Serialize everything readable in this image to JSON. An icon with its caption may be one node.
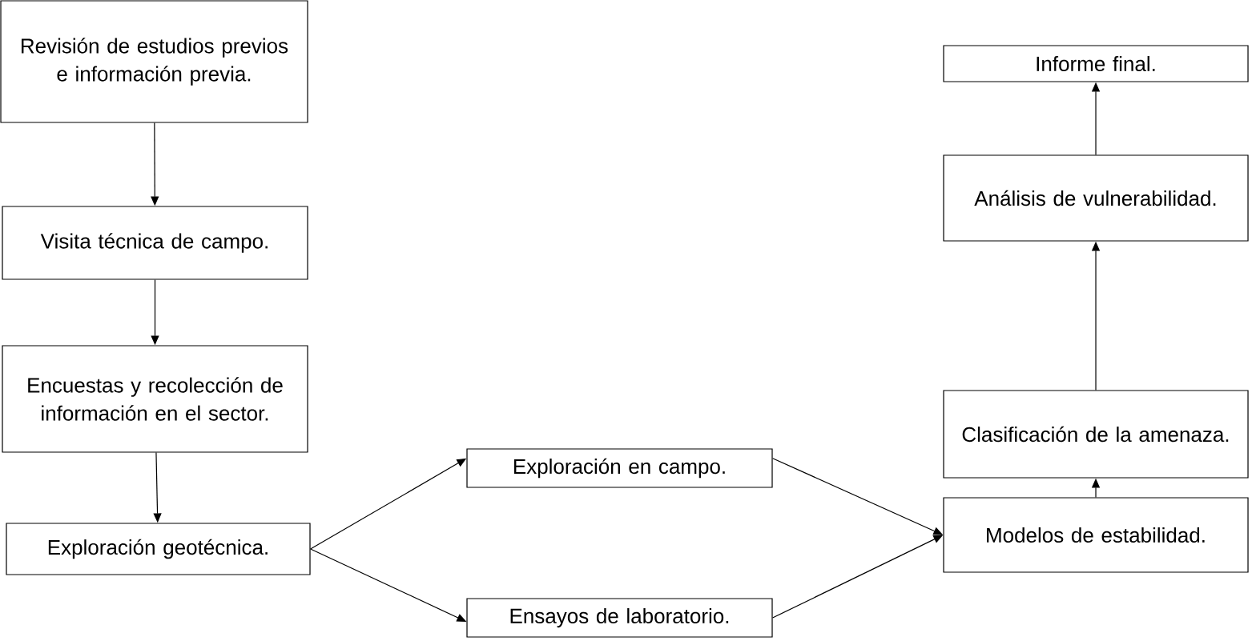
{
  "diagram": {
    "nodes": [
      {
        "text": [
          "Revisión de estudios previos e información previa."
        ]
      },
      {
        "text": [
          "Visita técnica de campo."
        ]
      },
      {
        "text": [
          "Encuestas y recolección de información en el sector."
        ]
      },
      {
        "text": [
          "Exploración geotécnica."
        ]
      },
      {
        "text": [
          "Exploración en campo."
        ]
      },
      {
        "text": [
          "Ensayos de laboratorio."
        ]
      },
      {
        "text": [
          "Modelos de estabilidad."
        ]
      },
      {
        "text": [
          "Clasificación de la amenaza."
        ]
      },
      {
        "text": [
          "Análisis de vulnerabilidad."
        ]
      },
      {
        "text": [
          "Informe final."
        ]
      }
    ],
    "edges": [
      {
        "from": 0,
        "to": 1,
        "arrow": "to"
      },
      {
        "from": 1,
        "to": 2,
        "arrow": "to"
      },
      {
        "from": 2,
        "to": 3,
        "arrow": "to"
      },
      {
        "from": 3,
        "to": 4,
        "arrow": "to"
      },
      {
        "from": 3,
        "to": 5,
        "arrow": "to"
      },
      {
        "from": 4,
        "to": 6,
        "arrow": "to"
      },
      {
        "from": 5,
        "to": 6,
        "arrow": "to"
      },
      {
        "from": 6,
        "to": 7,
        "arrow": "to"
      },
      {
        "from": 7,
        "to": 8,
        "arrow": "to"
      },
      {
        "from": 8,
        "to": 9,
        "arrow": "to"
      }
    ]
  }
}
